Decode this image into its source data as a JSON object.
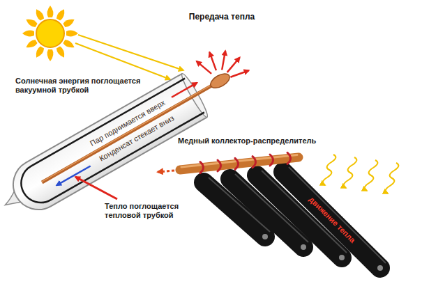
{
  "diagram": {
    "labels": [
      "Передача тепла",
      "Солнечная энергия поглощается вакуумной трубкой",
      "Пар поднимается вверх",
      "Конденсат стекает вниз",
      "Медный коллектор-распределитель",
      "Тепло поглощается тепловой трубкой",
      "движение тепла"
    ]
  }
}
